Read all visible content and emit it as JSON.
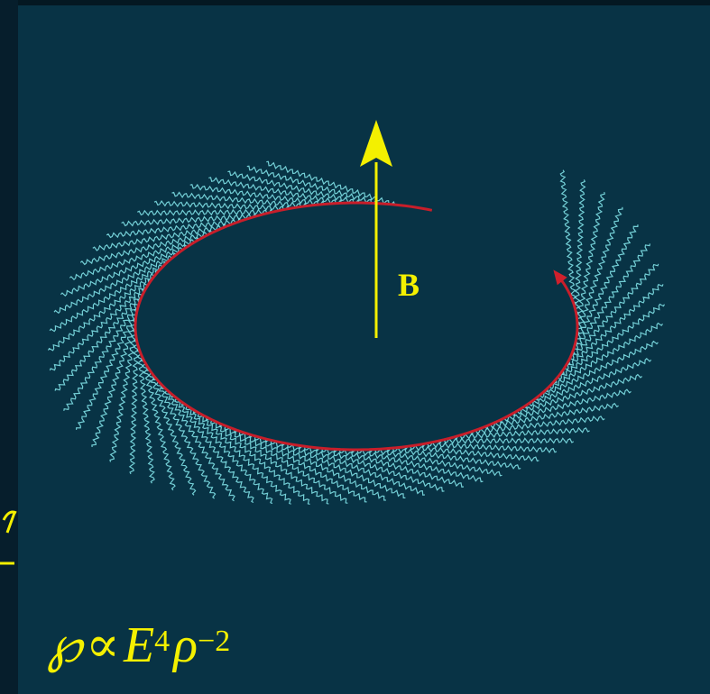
{
  "diagram": {
    "field_label": "B",
    "colors": {
      "background": "#083345",
      "field_arrow": "#f4f000",
      "orbit": "#c81e2a",
      "radiation": "#7fe0e6"
    },
    "formula": {
      "symbol": "℘",
      "proportional": "∝",
      "energy": "E",
      "energy_exponent": "4",
      "radius": "ρ",
      "radius_exponent": "−2"
    }
  }
}
